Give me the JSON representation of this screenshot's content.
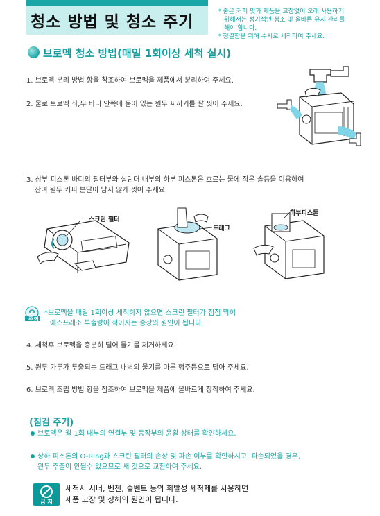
{
  "header": {
    "title": "청소 방법 및 청소 주기",
    "notes": [
      "* 좋은 커피 맛과 제품을 고장없이 오래 사용하기",
      "위해서는 정기적인 청소 및 올바른 유지 관리를",
      "해야 합니다.",
      "* 청결함을 위해 수시로 세척하여 주세요."
    ]
  },
  "section": {
    "title": "브로멕 청소 방법",
    "subtitle": "(매일 1회이상 세척 실시)"
  },
  "steps": {
    "s1": "1. 브로멕 분리 방법 항을 참조하여 브로멕을 제품에서 분리하여 주세요.",
    "s2": "2. 물로 브로멕 좌,우 바디 안쪽에 묻어 있는 원두 찌꺼기를 잘 씻어 주세요.",
    "s3a": "3. 상부 피스톤 바디의 필터부와 실린더 내부의 하부 피스톤은 흐르는 물에 작은 솔등을 이용하여",
    "s3b": "잔여 원두 커피 분말이 남지 않게 씻어 주세요.",
    "s4": "4. 세척후 브로멕을 충분히 털어 물기를 제거하세요.",
    "s5": "5. 원두 가루가 투출되는 드래그 내벽의 물기를 마른 행주등으로 닦아 주세요.",
    "s6": "6. 브로멕 조립 방법 항을 참조하여 브로멕을 제품에 올바르게 장착하여 주세요."
  },
  "figure_labels": {
    "screen_filter": "스크린 필터",
    "drag": "드래그",
    "lower_piston": "하부피스톤"
  },
  "caution": {
    "icon_label": "주의",
    "line1": "*브로멕을 매일 1회이상 세척하지 않으면 스크린 필터가 점점 막혀",
    "line2": "에스프레소 투출량이 적어지는 증상의 원인이 됩니다."
  },
  "inspection": {
    "title": "(점검 주기)",
    "item1": "브로멕은 월 1회 내부의 연결부 및 동작부의 윤활 상태를 확인하세요.",
    "item2a": "상하 피스톤의 O-Ring과 스크린 필터의 손상 및 파손 여부를 확인하시고, 파손되었을 경우,",
    "item2b": "원두 추출이 안될수 있으므로 새 것으로 교환하여 주세요."
  },
  "prohibition": {
    "icon_label": "금 지",
    "line1": "세척시 시너, 벤젠, 솔벤트 등의 휘발성 세척제를 사용하면",
    "line2": "제품 고장 및 상해의 원인이 됩니다."
  },
  "colors": {
    "teal": "#17a3a3",
    "title_bg": "#c9eeee",
    "water": "#7fd4e8"
  }
}
